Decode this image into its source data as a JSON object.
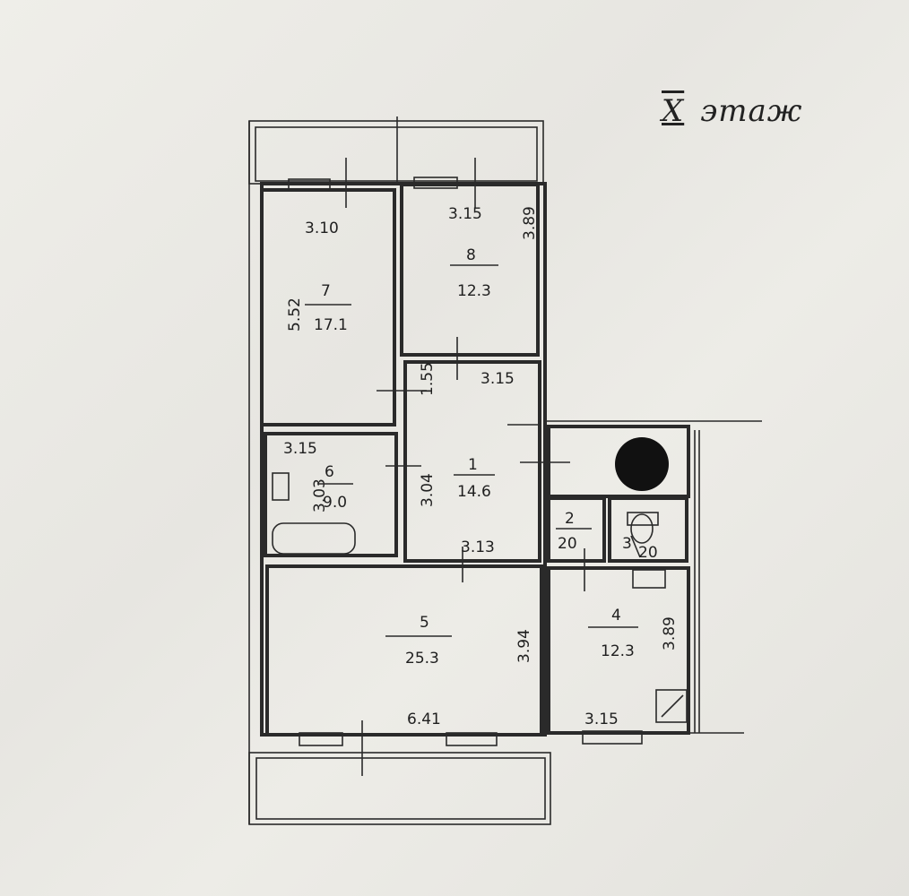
{
  "floor_label": {
    "roman": "X",
    "word": "этаж"
  },
  "rooms": [
    {
      "id": "7",
      "number": "7",
      "area": "17.1",
      "dim_top": "3.10",
      "dim_side": "5.52"
    },
    {
      "id": "8",
      "number": "8",
      "area": "12.3",
      "dim_top": "3.15",
      "dim_side": "3.89"
    },
    {
      "id": "1",
      "number": "1",
      "area": "14.6",
      "dim_top": "3.15",
      "dim_side": "1.55",
      "dim_side2": "3.04",
      "dim_bottom": "3.13"
    },
    {
      "id": "6",
      "number": "6",
      "area": "9.0",
      "dim_top": "3.15",
      "dim_side": "3.03"
    },
    {
      "id": "2",
      "number": "2",
      "area": "20"
    },
    {
      "id": "3",
      "number": "3",
      "area": "20"
    },
    {
      "id": "5",
      "number": "5",
      "area": "25.3",
      "dim_bottom": "6.41",
      "dim_side": "3.94"
    },
    {
      "id": "4",
      "number": "4",
      "area": "12.3",
      "dim_bottom": "3.15",
      "dim_side": "3.89"
    }
  ]
}
